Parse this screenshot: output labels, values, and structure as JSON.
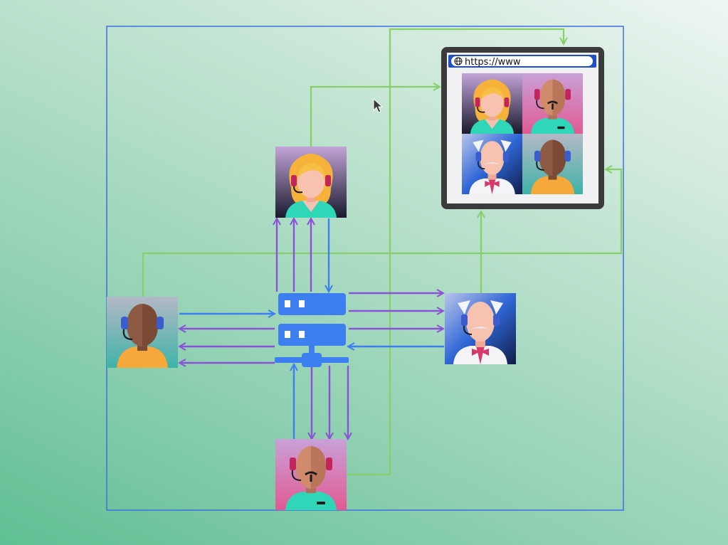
{
  "colors": {
    "frame": "#3f6fe0",
    "green_link": "#86cf6a",
    "purple_link": "#8a52d6",
    "blue_link": "#3d7ff0",
    "server": "#3d7ff0",
    "browser_frame": "#3b3b3b"
  },
  "browser": {
    "url": "https://www",
    "icon": "globe-icon"
  },
  "nodes": [
    {
      "id": "user-top",
      "avatar": "woman-blonde-headset"
    },
    {
      "id": "user-left",
      "avatar": "man-dark-headset"
    },
    {
      "id": "user-right",
      "avatar": "old-man-headset"
    },
    {
      "id": "user-bottom",
      "avatar": "bald-man-headset"
    },
    {
      "id": "server",
      "icon": "server-icon"
    }
  ],
  "cursor": {
    "icon": "mouse-pointer-icon"
  }
}
